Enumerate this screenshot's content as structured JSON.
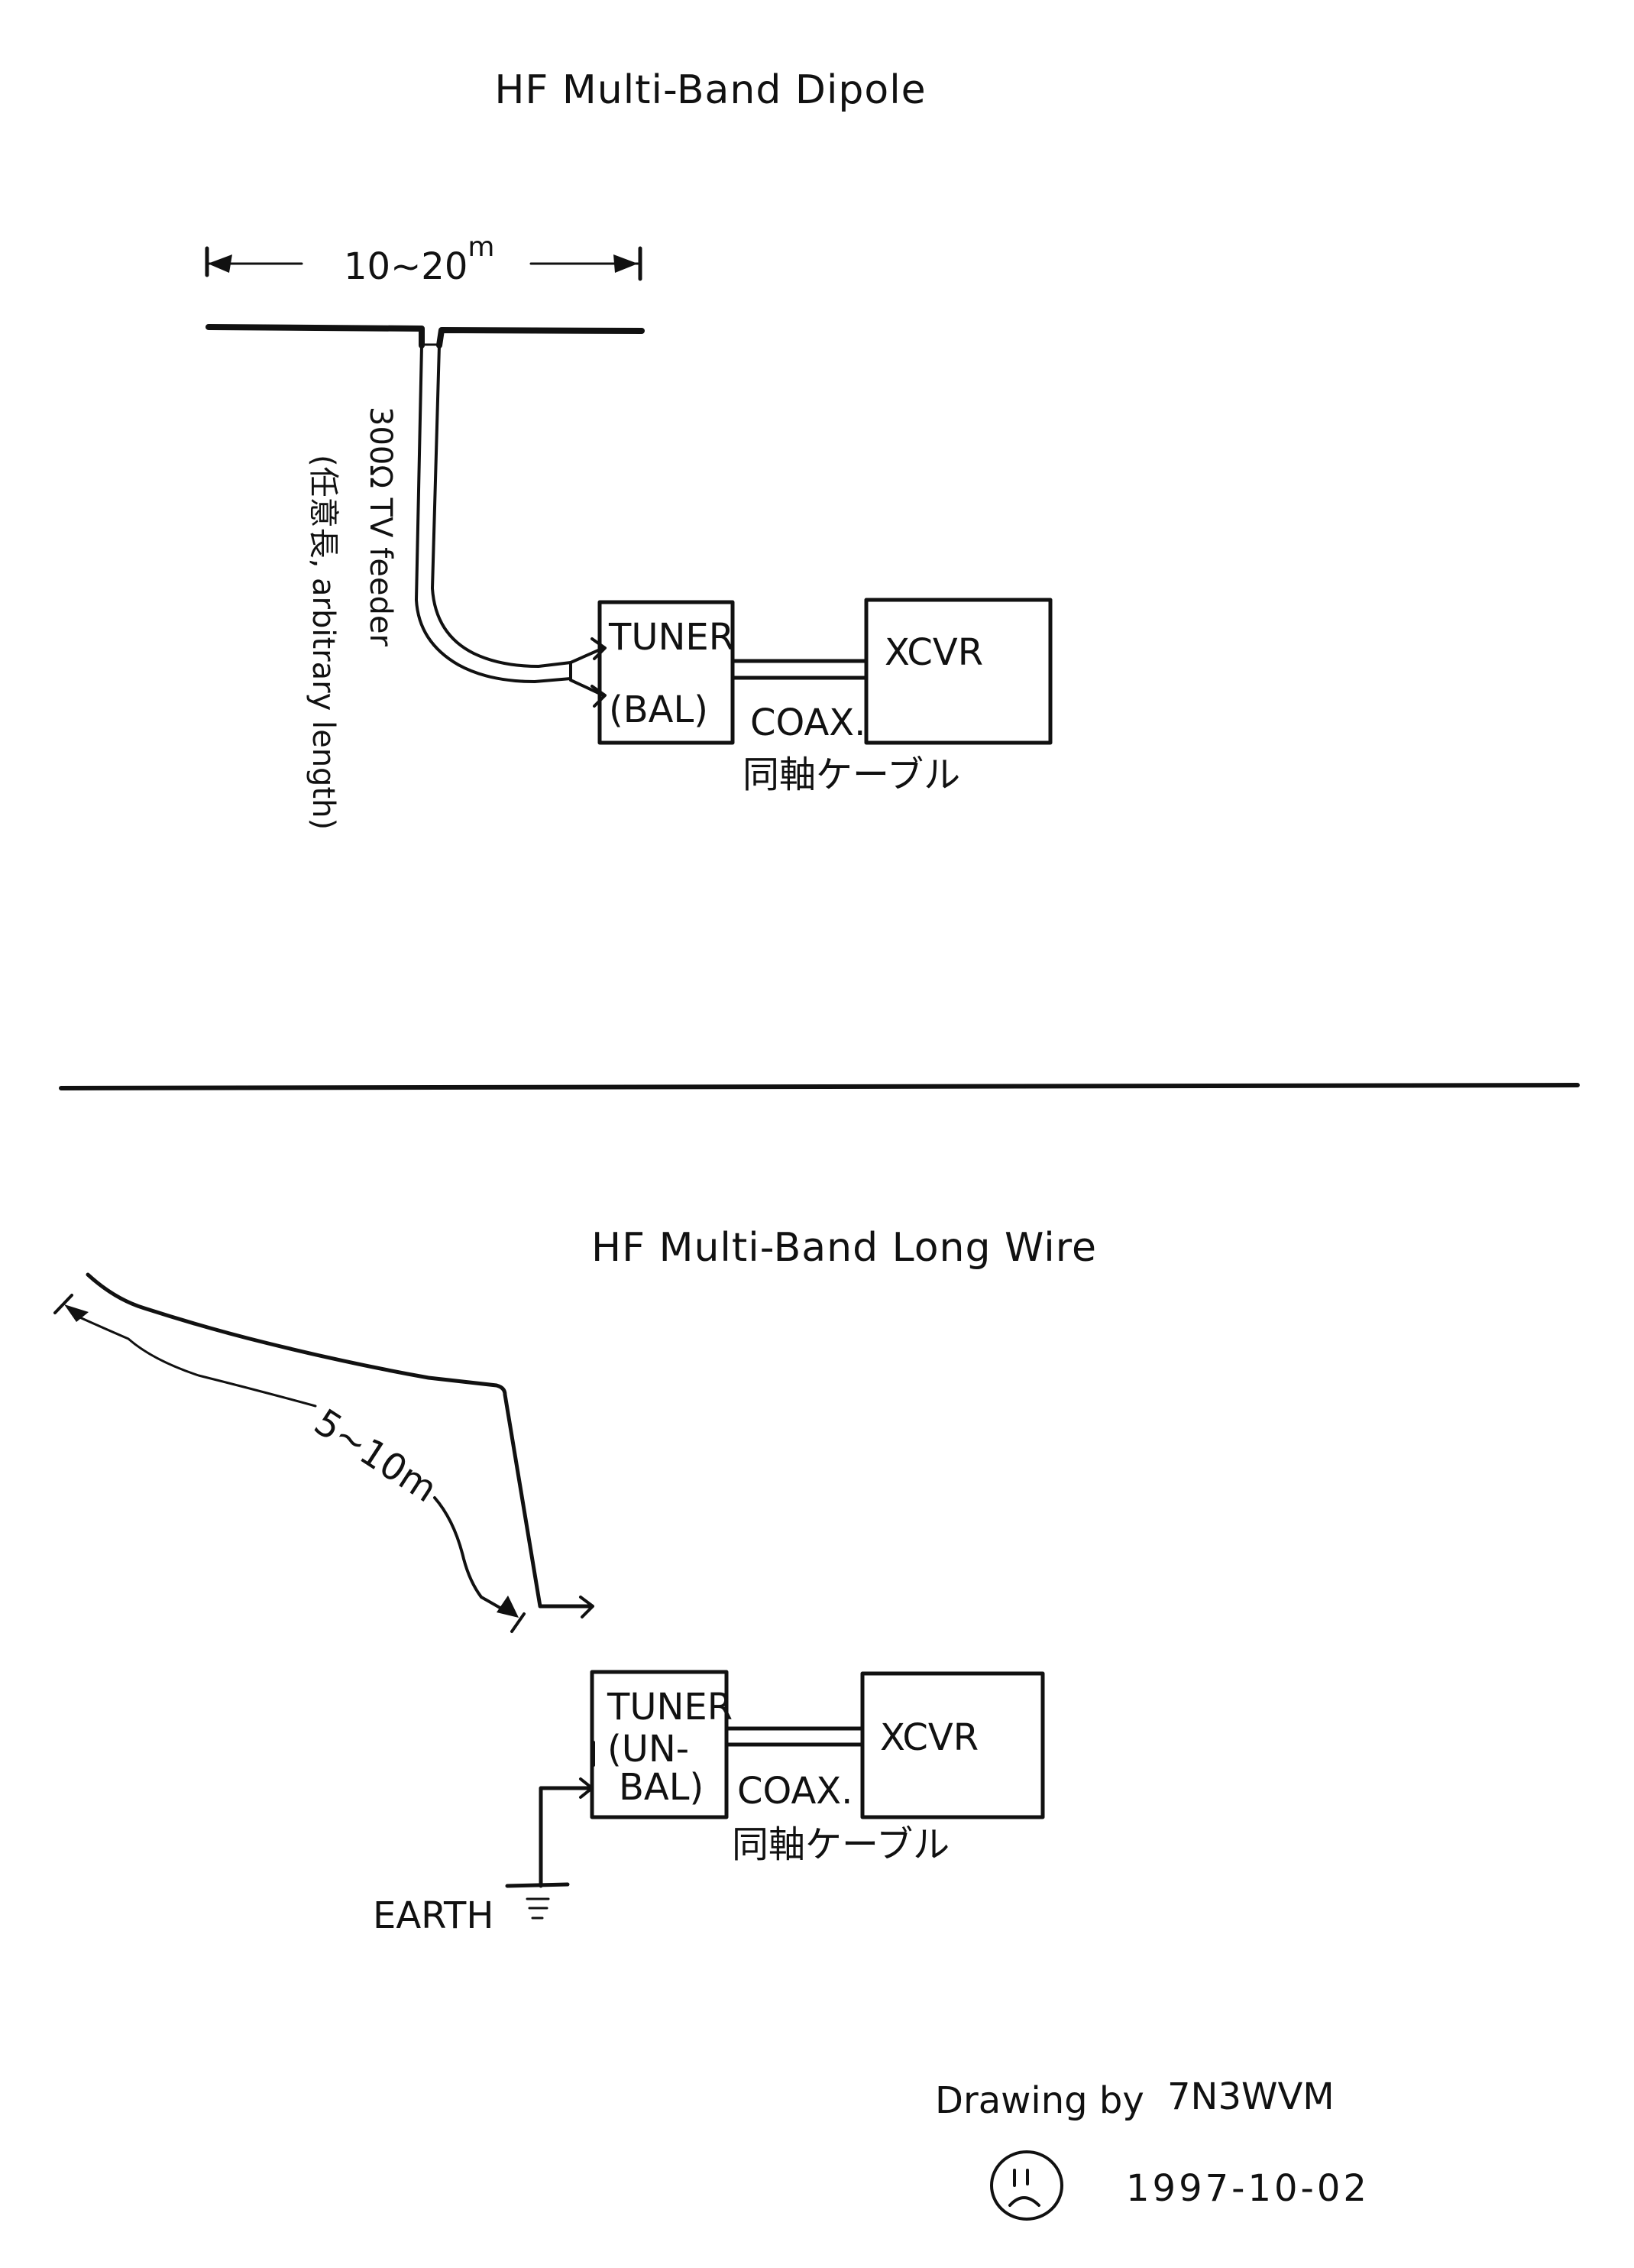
{
  "colors": {
    "ink": "#111111",
    "paper": "#ffffff"
  },
  "dipole": {
    "title": "HF Multi-Band Dipole",
    "length_label": "10~20",
    "length_unit": "m",
    "feeder_label": "300Ω TV feeder",
    "feeder_note": "(任意長, arbitrary length)",
    "tuner_label": "TUNER",
    "tuner_mode": "(BAL)",
    "xcvr_label": "XCVR",
    "coax_label": "COAX.",
    "coax_label_jp": "同軸ケーブル"
  },
  "longwire": {
    "title": "HF Multi-Band  Long Wire",
    "length_label": "5~10m",
    "tuner_label": "TUNER",
    "tuner_mode_1": "(UN-",
    "tuner_mode_2": "BAL)",
    "xcvr_label": "XCVR",
    "coax_label": "COAX.",
    "coax_label_jp": "同軸ケーブル",
    "earth_label": "EARTH"
  },
  "signature": {
    "drawn_by_prefix": "Drawing by",
    "callsign": "7N3WVM",
    "face_icon": "sad-face-icon",
    "date": "1997-10-02"
  }
}
